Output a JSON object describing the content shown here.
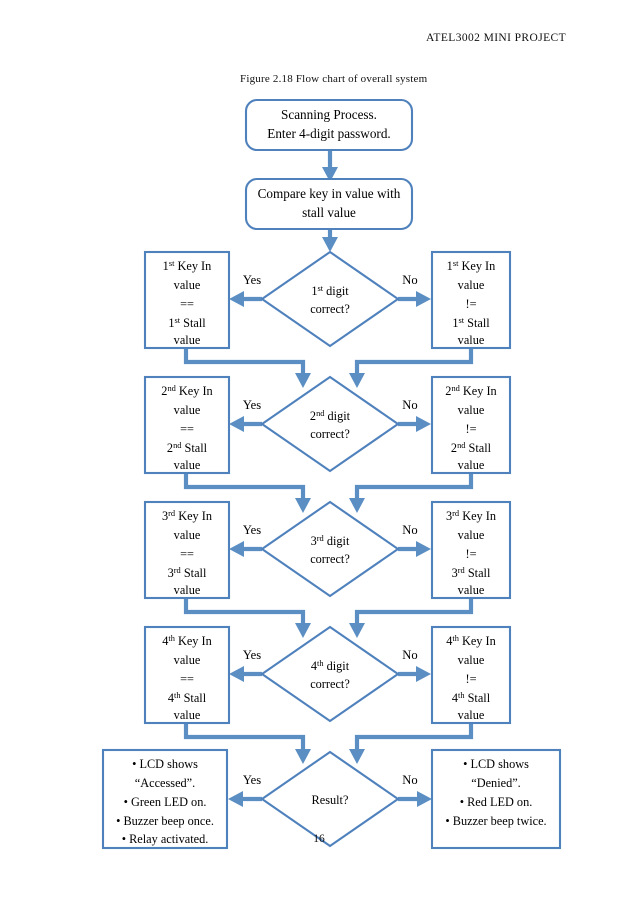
{
  "document": {
    "header": "ATEL3002  MINI PROJECT",
    "figure_caption": "Figure 2.18  Flow chart of overall system",
    "page_number": "16"
  },
  "colors": {
    "shape_border": "#4F81BD",
    "connector": "#5B8FC4",
    "shape_fill": "#FFFFFF",
    "text": "#000000"
  },
  "flowchart": {
    "start": {
      "line1": "Scanning  Process.",
      "line2": "Enter  4-digit  password."
    },
    "compare": {
      "line1": "Compare key in value  with",
      "line2": "stall  value"
    },
    "branch_labels": {
      "yes": "Yes",
      "no": "No"
    },
    "stages": [
      {
        "decision": {
          "ordinal": "1",
          "suffix": "st",
          "line1_rest": "  digit",
          "line2": "correct?"
        },
        "yes_box": {
          "l1_ord": "1",
          "l1_sup": "st",
          "l1_rest": " Key In",
          "l2": "value",
          "l3": "==",
          "l4_ord": "1",
          "l4_sup": "st",
          "l4_rest": "  Stall",
          "l5": "value"
        },
        "no_box": {
          "l1_ord": "1",
          "l1_sup": "st",
          "l1_rest": " Key In",
          "l2": "value",
          "l3": "!=",
          "l4_ord": "1",
          "l4_sup": "st",
          "l4_rest": "  Stall",
          "l5": "value"
        }
      },
      {
        "decision": {
          "ordinal": "2",
          "suffix": "nd",
          "line1_rest": " digit",
          "line2": "correct?"
        },
        "yes_box": {
          "l1_ord": "2",
          "l1_sup": "nd",
          "l1_rest": "  Key In",
          "l2": "value",
          "l3": "==",
          "l4_ord": "2",
          "l4_sup": "nd",
          "l4_rest": "  Stall",
          "l5": "value"
        },
        "no_box": {
          "l1_ord": "2",
          "l1_sup": "nd",
          "l1_rest": " Key In",
          "l2": "value",
          "l3": "!=",
          "l4_ord": "2",
          "l4_sup": "nd",
          "l4_rest": " Stall",
          "l5": "value"
        }
      },
      {
        "decision": {
          "ordinal": "3",
          "suffix": "rd",
          "line1_rest": " digit",
          "line2": "correct?"
        },
        "yes_box": {
          "l1_ord": "3",
          "l1_sup": "rd",
          "l1_rest": " Key In",
          "l2": "value",
          "l3": "==",
          "l4_ord": "3",
          "l4_sup": "rd",
          "l4_rest": " Stall",
          "l5": "value"
        },
        "no_box": {
          "l1_ord": "3",
          "l1_sup": "rd",
          "l1_rest": " Key In",
          "l2": "value",
          "l3": "!=",
          "l4_ord": "3",
          "l4_sup": "rd",
          "l4_rest": " Stall",
          "l5": "value"
        }
      },
      {
        "decision": {
          "ordinal": "4",
          "suffix": "th",
          "line1_rest": " digit",
          "line2": "correct?"
        },
        "yes_box": {
          "l1_ord": "4",
          "l1_sup": "th",
          "l1_rest": " Key In",
          "l2": "value",
          "l3": "==",
          "l4_ord": "4",
          "l4_sup": "th",
          "l4_rest": " Stall",
          "l5": "value"
        },
        "no_box": {
          "l1_ord": "4",
          "l1_sup": "th",
          "l1_rest": " Key In",
          "l2": "value",
          "l3": "!=",
          "l4_ord": "4",
          "l4_sup": "th",
          "l4_rest": " Stall",
          "l5": "value"
        }
      }
    ],
    "result": {
      "decision": "Result?",
      "accepted_box": [
        "• LCD shows",
        "“Accessed”.",
        "• Green LED  on.",
        "• Buzzer  beep once.",
        "• Relay  activated."
      ],
      "denied_box": [
        "• LCD shows",
        "“Denied”.",
        "• Red LED  on.",
        "• Buzzer  beep twice."
      ]
    }
  }
}
